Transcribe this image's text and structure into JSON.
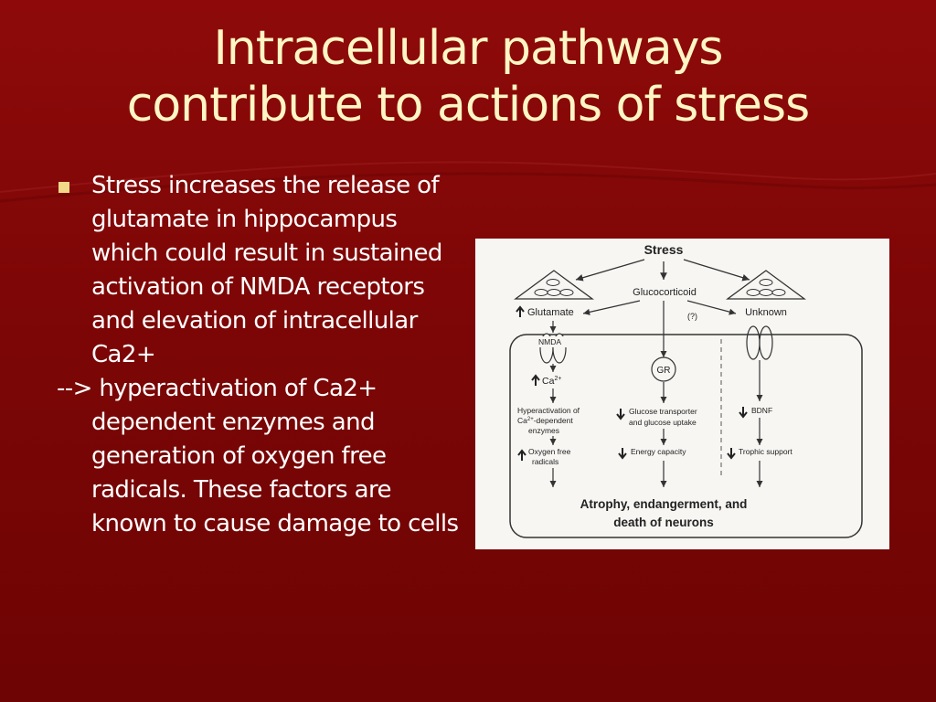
{
  "slide": {
    "title_line1": "Intracellular pathways",
    "title_line2": "contribute to actions of stress",
    "bullet1": "Stress increases the release of glutamate in hippocampus which could result in sustained activation of NMDA receptors and elevation of intracellular Ca2+",
    "continuation": "--> hyperactivation of Ca2+ dependent enzymes and generation of oxygen free radicals.  These factors are known to cause damage to cells"
  },
  "diagram": {
    "stress": "Stress",
    "glucocorticoid": "Glucocorticoid",
    "glutamate": "Glutamate",
    "question": "(?)",
    "unknown": "Unknown",
    "nmda": "NMDA",
    "gr": "GR",
    "ca": "Ca",
    "ca_sup": "2+",
    "hyper1": "Hyperactivation of",
    "hyper2_pre": "Ca",
    "hyper2_post": "-dependent",
    "hyper3": "enzymes",
    "glucose1": "Glucose transporter",
    "glucose2": "and glucose uptake",
    "bdnf": "BDNF",
    "oxygen1": "Oxygen free",
    "oxygen2": "radicals",
    "energy": "Energy capacity",
    "trophic": "Trophic support",
    "outcome1": "Atrophy, endangerment, and",
    "outcome2": "death of neurons"
  },
  "colors": {
    "background": "#7d0606",
    "title": "#fff6c4",
    "bullet": "#f2d98a",
    "text": "#ffffff",
    "panel": "#f7f6f3"
  }
}
